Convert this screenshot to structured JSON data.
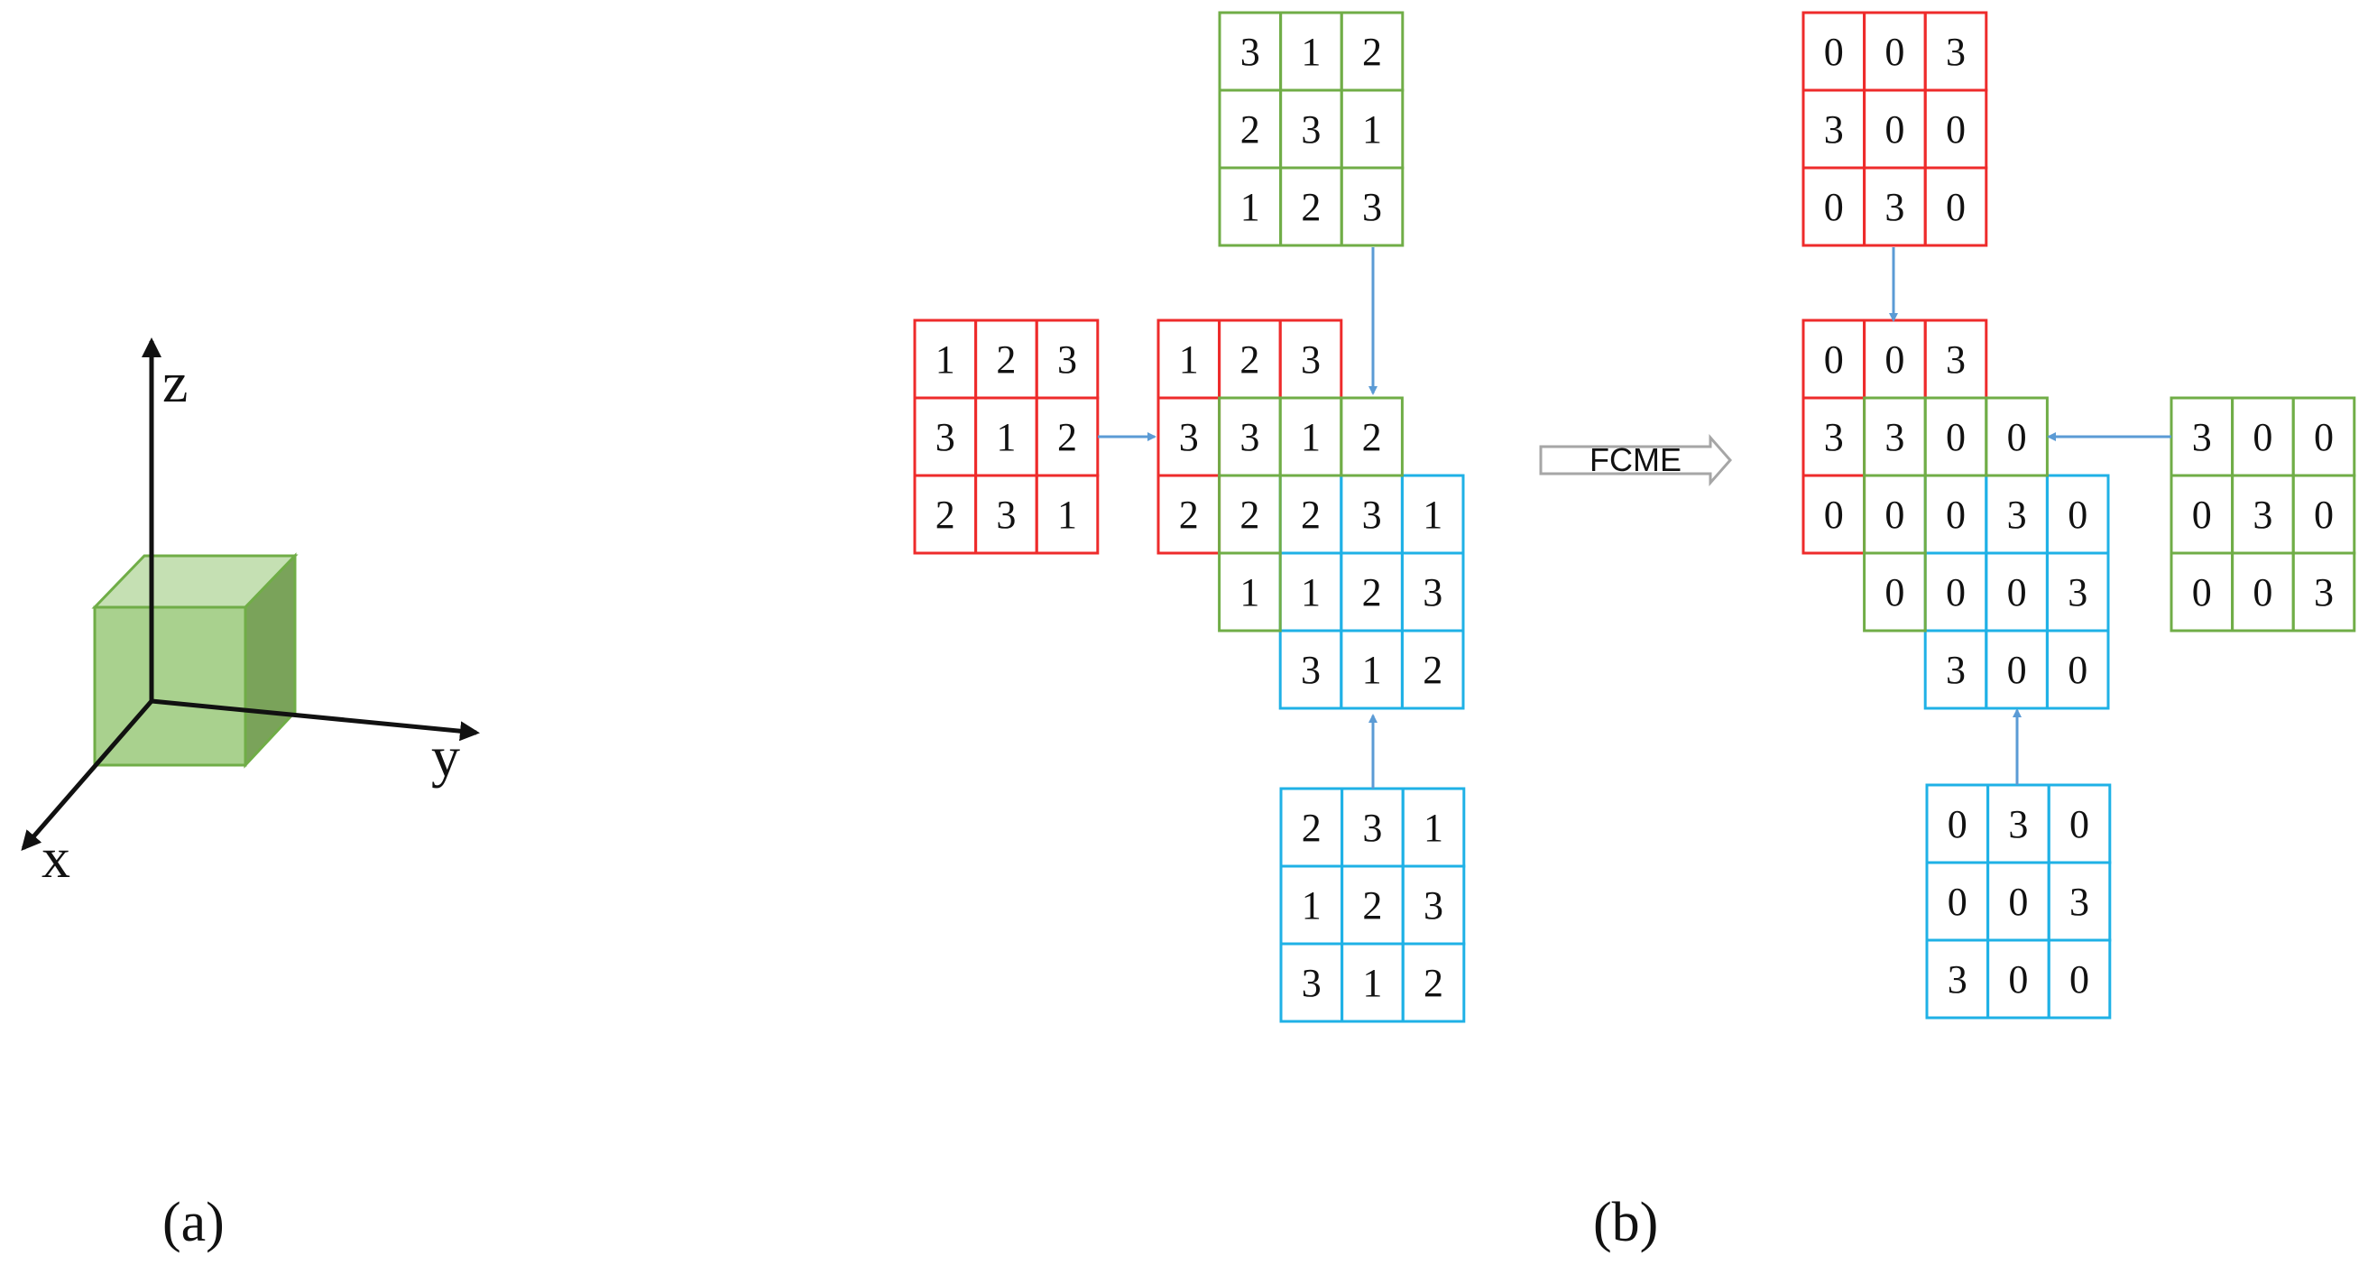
{
  "axes": {
    "z": "z",
    "y": "y",
    "x": "x"
  },
  "captions": {
    "a": "(a)",
    "b": "(b)"
  },
  "fcme_label": "FCME",
  "colors": {
    "red": "#ee2b2b",
    "green": "#70ad47",
    "blue": "#1fb1e6",
    "arrow": "#5b9bd5",
    "cube_front": "#a9d18e",
    "cube_top": "#c5e0b3",
    "cube_side": "#7aa35a",
    "cube_edge": "#70ad47",
    "axis": "#111111",
    "fcme_outline": "#a6a6a6"
  },
  "left": {
    "source_red": [
      [
        1,
        2,
        3
      ],
      [
        3,
        1,
        2
      ],
      [
        2,
        3,
        1
      ]
    ],
    "source_green": [
      [
        3,
        1,
        2
      ],
      [
        2,
        3,
        1
      ],
      [
        1,
        2,
        3
      ]
    ],
    "source_blue": [
      [
        2,
        3,
        1
      ],
      [
        1,
        2,
        3
      ],
      [
        3,
        1,
        2
      ]
    ],
    "merged_red": [
      [
        1,
        2,
        3
      ],
      [
        3,
        3,
        1,
        2
      ],
      [
        2,
        2
      ]
    ],
    "merged_green_row3": [
      1
    ],
    "merged_blue": [
      [
        2,
        3,
        1
      ],
      [
        1,
        2,
        3
      ],
      [
        3,
        1,
        2
      ]
    ]
  },
  "right": {
    "source_red": [
      [
        0,
        0,
        3
      ],
      [
        3,
        0,
        0
      ],
      [
        0,
        3,
        0
      ]
    ],
    "source_green": [
      [
        3,
        0,
        0
      ],
      [
        0,
        3,
        0
      ],
      [
        0,
        0,
        3
      ]
    ],
    "source_blue": [
      [
        0,
        3,
        0
      ],
      [
        0,
        0,
        3
      ],
      [
        3,
        0,
        0
      ]
    ],
    "merged_red": [
      [
        0,
        0,
        3
      ],
      [
        3,
        3,
        0,
        0
      ],
      [
        0,
        0
      ]
    ],
    "merged_green_row3": [
      0
    ],
    "merged_blue": [
      [
        0,
        3,
        0
      ],
      [
        0,
        0,
        3
      ],
      [
        3,
        0,
        0
      ]
    ]
  }
}
